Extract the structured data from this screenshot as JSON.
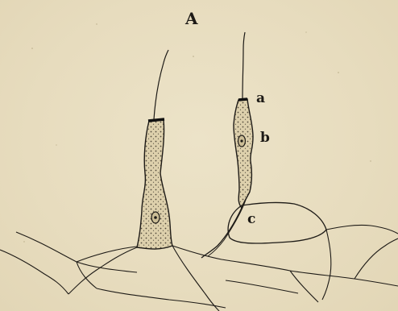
{
  "figure": {
    "title": "A",
    "labels": {
      "a": "a",
      "b": "b",
      "c": "c"
    }
  }
}
